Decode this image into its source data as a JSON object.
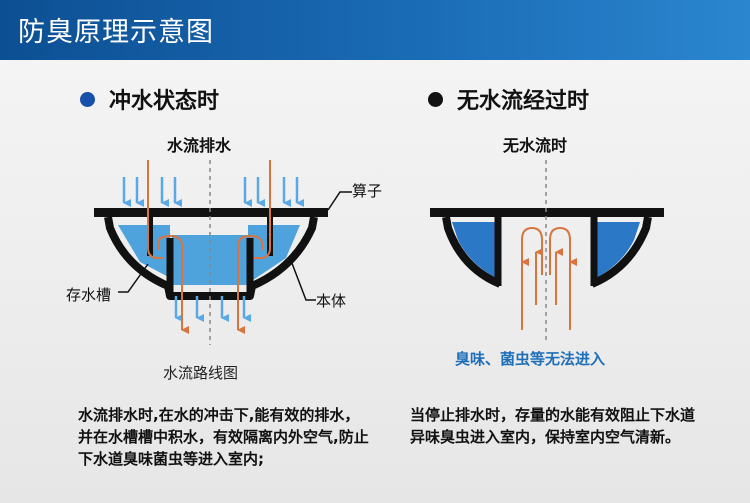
{
  "header": {
    "title": "防臭原理示意图"
  },
  "left": {
    "heading": "冲水状态时",
    "diagram_title": "水流排水",
    "callout_grate": "算子",
    "callout_body": "本体",
    "callout_trough": "存水槽",
    "caption": "水流路线图",
    "description": "水流排水时,在水的冲击下,能有效的排水，并在水槽槽中积水，有效隔离内外空气,防止下水道臭味菌虫等进入室内;",
    "colors": {
      "bullet": "#1750a8",
      "water": "#4fa3dd",
      "arrow_down": "#5aa9e6",
      "arrow_flow": "#d8743e"
    }
  },
  "right": {
    "heading": "无水流经过时",
    "diagram_title": "无水流时",
    "warning": "臭味、菌虫等无法进入",
    "description": "当停止排水时，存量的水能有效阻止下水道异味臭虫进入室内，保持室内空气清新。",
    "colors": {
      "bullet": "#111111",
      "water": "#2b78c6",
      "arrow_up": "#d8743e"
    }
  }
}
